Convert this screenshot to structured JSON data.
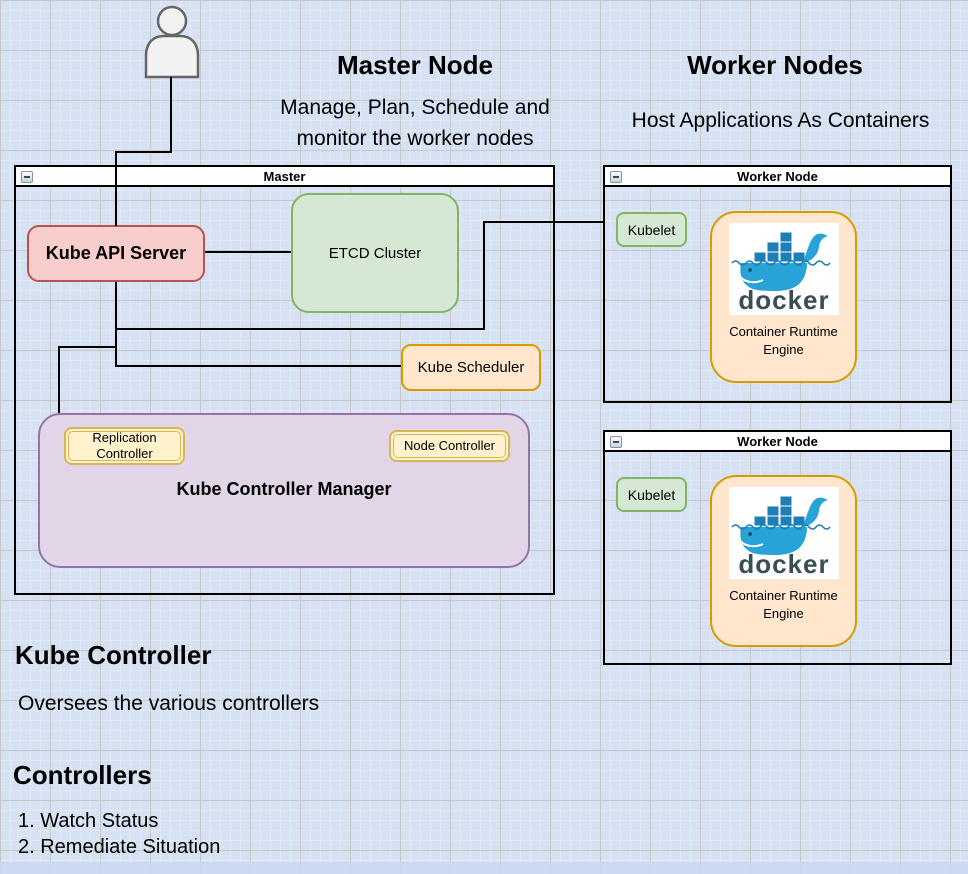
{
  "headings": {
    "master_title": "Master Node",
    "master_subtitle_line1": "Manage, Plan, Schedule and",
    "master_subtitle_line2": "monitor the worker nodes",
    "worker_title": "Worker Nodes",
    "worker_subtitle": "Host Applications As Containers"
  },
  "master_window": {
    "title": "Master",
    "kube_api_server_label": "Kube API Server",
    "etcd_label": "ETCD Cluster",
    "scheduler_label": "Kube Scheduler",
    "controller_manager_label": "Kube Controller Manager",
    "replication_controller_label": "Replication Controller",
    "node_controller_label": "Node Controller"
  },
  "worker_windows": [
    {
      "title": "Worker Node",
      "kubelet_label": "Kubelet",
      "docker_wordmark": "docker",
      "runtime_label_line1": "Container Runtime",
      "runtime_label_line2": "Engine"
    },
    {
      "title": "Worker Node",
      "kubelet_label": "Kubelet",
      "docker_wordmark": "docker",
      "runtime_label_line1": "Container Runtime",
      "runtime_label_line2": "Engine"
    }
  ],
  "notes": {
    "kube_controller_heading": "Kube Controller",
    "kube_controller_description": "Oversees the various controllers",
    "controllers_heading": "Controllers",
    "controllers_items": [
      "1. Watch Status",
      "2. Remediate Situation"
    ]
  },
  "colors": {
    "canvas_bg": "#d6e2f4",
    "red_fill": "#f8cecc",
    "red_stroke": "#b85450",
    "green_fill": "#d5e8d4",
    "green_stroke": "#82b366",
    "orange_fill": "#ffe6cc",
    "orange_stroke": "#d79b00",
    "purple_fill": "#e1d5e7",
    "purple_stroke": "#9673a6",
    "yellow_fill": "#fff2cc",
    "yellow_stroke": "#d6b656",
    "docker_blue": "#28a3d8",
    "docker_dark_blue": "#1d7fb5",
    "docker_text": "#394d54"
  }
}
